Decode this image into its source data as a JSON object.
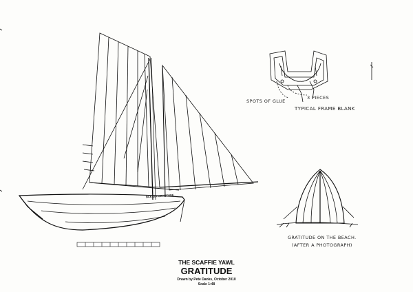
{
  "drawing": {
    "title_line1": "THE SCAFFIE YAWL",
    "title_line2": "GRATITUDE",
    "credit": "Drawn by Pete Danks, October 2010",
    "scale": "Scale 1:48",
    "hull_lettering": "BCK 204  GRATITUDE"
  },
  "annotations": {
    "spots_of_glue": "SPOTS OF GLUE",
    "three_pieces": "3 PIECES",
    "typical_frame_blank": "TYPICAL FRAME BLANK",
    "beach_caption_line1": "GRATITUDE ON THE BEACH.",
    "beach_caption_line2": "(AFTER A PHOTOGRAPH)"
  }
}
